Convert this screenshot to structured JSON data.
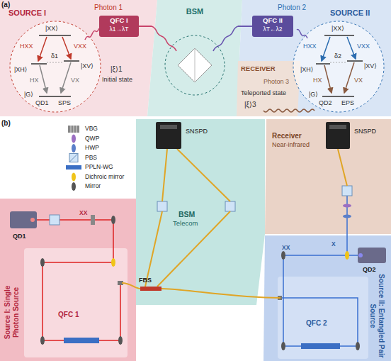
{
  "diagram": {
    "nodes": [
      {
        "text": [
          "SOURCE I"
        ]
      },
      {
        "text": [
          "QFC I",
          "λ1→λT"
        ],
        "in": 0
      },
      {
        "text": [
          "BSM"
        ]
      },
      {
        "text": [
          "SOURCE II"
        ]
      },
      {
        "text": [
          "QFC II",
          "λT←λ2"
        ],
        "in": 3
      },
      {
        "text": [
          "RECEIVER"
        ],
        "in": 3
      },
      {
        "text": [
          "Source I: Single Photon Source"
        ]
      },
      {
        "text": [
          "QFC 1"
        ],
        "in": 6
      },
      {
        "text": [
          "BSM",
          "Telecom"
        ]
      },
      {
        "text": [
          "Receiver",
          "Near-infrared"
        ]
      },
      {
        "text": [
          "Source II: Entangled Pair Source"
        ]
      },
      {
        "text": [
          "QFC 2"
        ],
        "in": 10
      }
    ],
    "edges": [
      {
        "from": 1,
        "to": 2,
        "arrow": "none"
      },
      {
        "from": 4,
        "to": 2,
        "arrow": "none"
      }
    ],
    "labels": [
      "(a)",
      "Photon 1",
      "|XX⟩",
      "HXX",
      "VXX",
      "δ1",
      "|XH⟩",
      "|XV⟩",
      "HX",
      "VX",
      "|G⟩",
      "QD1",
      "SPS",
      "|ξ⟩1",
      "Initial state",
      "Photon 2",
      "|XX⟩",
      "HXX",
      "VXX",
      "|XH⟩",
      "δ2",
      "|XV⟩",
      "HX",
      "VX",
      "|G⟩",
      "QD2",
      "EPS",
      "Photon 3",
      "Teleported state",
      "|ξ⟩3",
      "(b)",
      "SNSPD",
      "FBS",
      "SNSPD",
      "XX",
      "QD1",
      "XX",
      "X",
      "QD2"
    ],
    "legend": [
      {
        "text": "VBG"
      },
      {
        "text": "QWP"
      },
      {
        "text": "HWP"
      },
      {
        "text": "PBS"
      },
      {
        "text": "PPLN-WG"
      },
      {
        "text": "Dichroic mirror"
      },
      {
        "text": "Mirror"
      }
    ]
  }
}
